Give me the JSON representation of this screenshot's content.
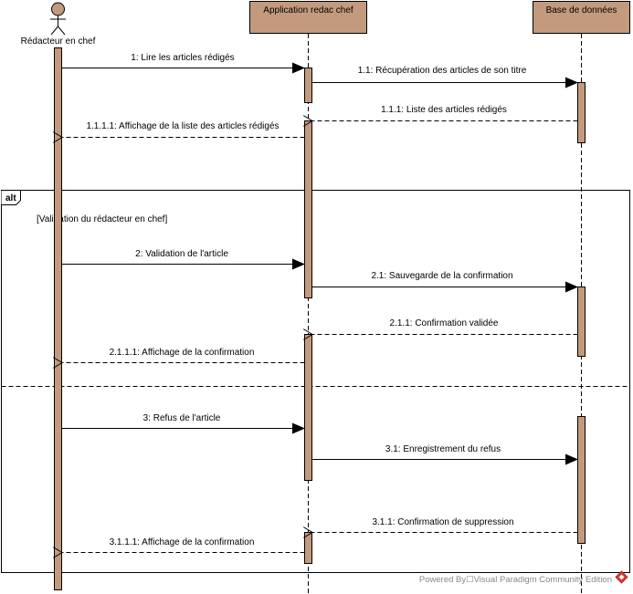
{
  "diagram": {
    "participants": [
      {
        "id": "actor",
        "kind": "actor",
        "name": "Rédacteur en chef"
      },
      {
        "id": "app",
        "kind": "object",
        "name": "Application redac chef"
      },
      {
        "id": "db",
        "kind": "object",
        "name": "Base de données"
      }
    ],
    "messages": [
      {
        "label": "1: Lire les articles rédigés",
        "from": "actor",
        "to": "app",
        "kind": "call"
      },
      {
        "label": "1.1: Récupération des articles de son titre",
        "from": "app",
        "to": "db",
        "kind": "call"
      },
      {
        "label": "1.1.1: Liste des articles rédigés",
        "from": "db",
        "to": "app",
        "kind": "return"
      },
      {
        "label": "1.1.1.1: Affichage de la liste des articles rédigés",
        "from": "app",
        "to": "actor",
        "kind": "return"
      },
      {
        "label": "2: Validation de l'article",
        "from": "actor",
        "to": "app",
        "kind": "call"
      },
      {
        "label": "2.1: Sauvegarde de la confirmation",
        "from": "app",
        "to": "db",
        "kind": "call"
      },
      {
        "label": "2.1.1: Confirmation validée",
        "from": "db",
        "to": "app",
        "kind": "return"
      },
      {
        "label": "2.1.1.1: Affichage de la confirmation",
        "from": "app",
        "to": "actor",
        "kind": "return"
      },
      {
        "label": "3: Refus de l'article",
        "from": "actor",
        "to": "app",
        "kind": "call"
      },
      {
        "label": "3.1: Enregistrement du refus",
        "from": "app",
        "to": "db",
        "kind": "call"
      },
      {
        "label": "3.1.1: Confirmation de suppression",
        "from": "db",
        "to": "app",
        "kind": "return"
      },
      {
        "label": "3.1.1.1: Affichage de la confirmation",
        "from": "app",
        "to": "actor",
        "kind": "return"
      }
    ],
    "fragment": {
      "operator": "alt",
      "guard": "[Validation du rédacteur en chef]"
    },
    "watermark": "Powered By☐Visual Paradigm Community Edition",
    "colors": {
      "lifeline_box": "#c49a7e",
      "activation": "#c49a7e",
      "stroke": "#000000",
      "watermark": "#888888",
      "logo": "#e03a3a"
    }
  }
}
